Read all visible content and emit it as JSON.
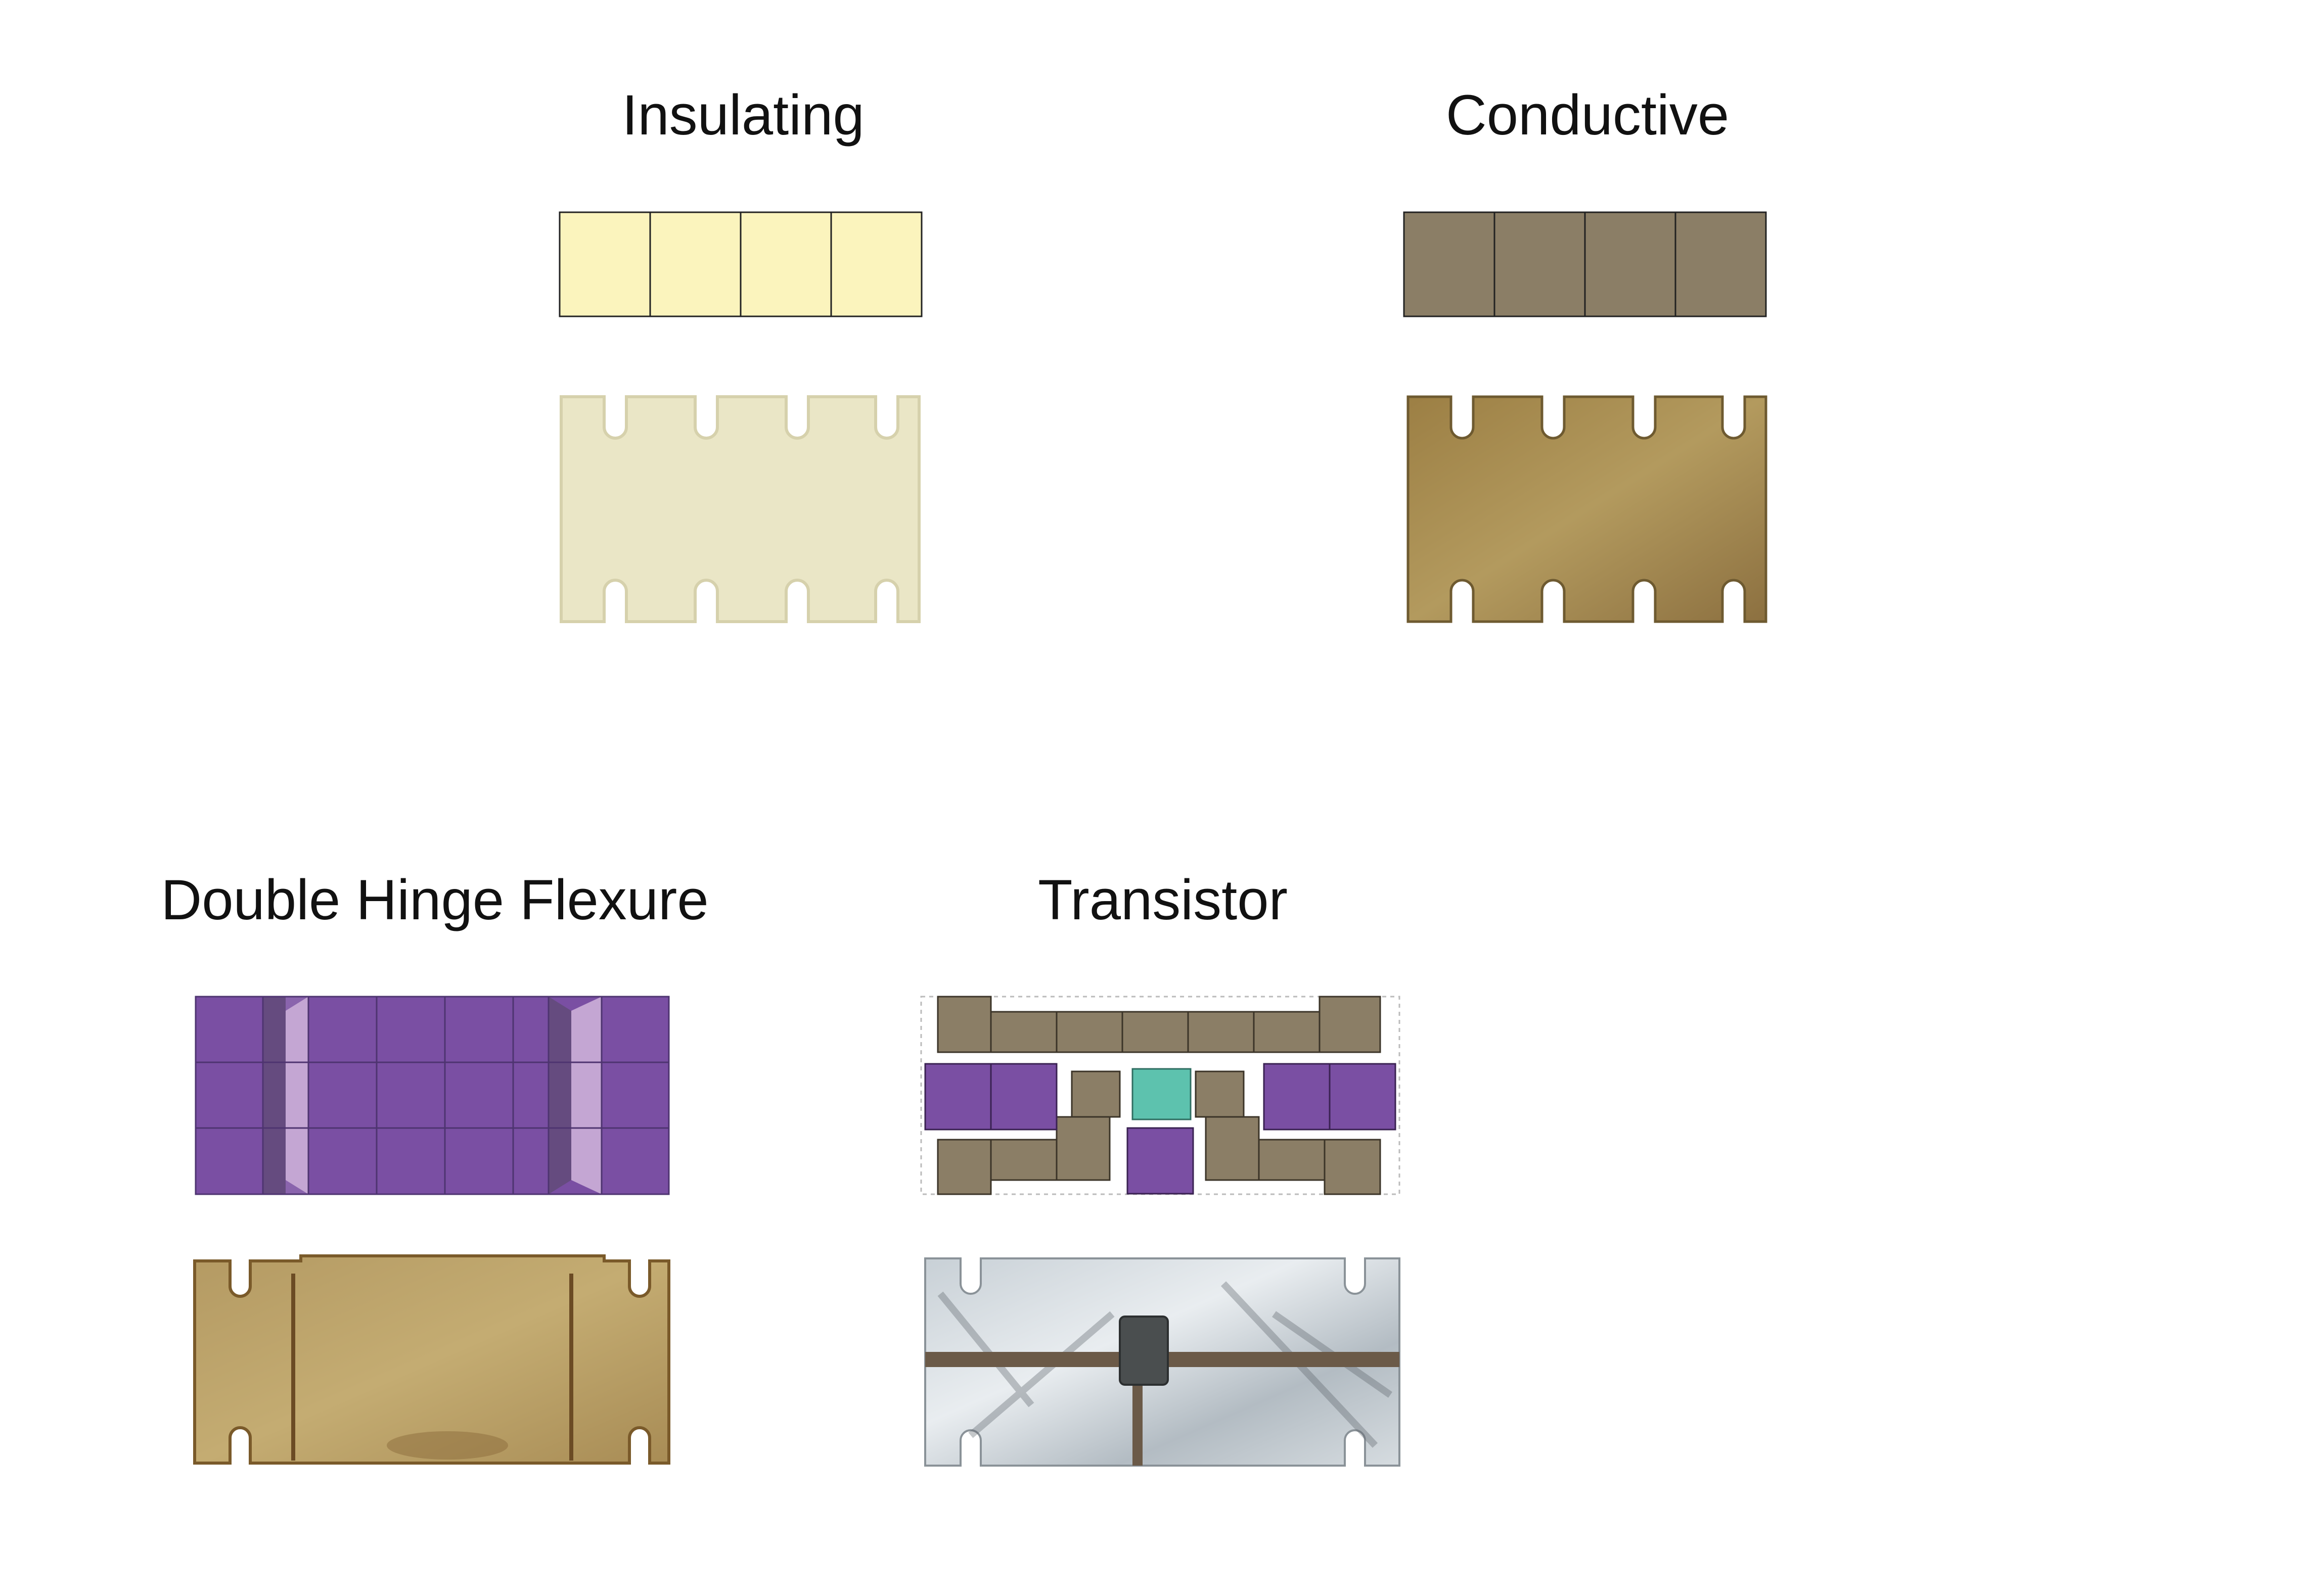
{
  "panels": {
    "insulating": {
      "title": "Insulating",
      "cells": 4,
      "color": "#fbf4bd",
      "photo_color": "#eae6c6"
    },
    "conductive": {
      "title": "Conductive",
      "cells": 4,
      "color": "#8b7e66",
      "photo_color": "#a88f55"
    },
    "flexure": {
      "title": "Double Hinge Flexure",
      "color": "#7a4fa3",
      "dark_hinge": "#654b7f",
      "light_hinge": "#c4a6d3",
      "photo_color": "#bba063"
    },
    "transistor": {
      "title": "Transistor",
      "conductor_color": "#8b7e66",
      "insulator_color": "#7a4fa3",
      "gate_color": "#5dc2ae",
      "photo_color": "#d8dde0"
    }
  },
  "icons": [
    "insulating-voxel-diagram",
    "conductive-voxel-diagram",
    "flexure-voxel-diagram",
    "transistor-voxel-diagram"
  ]
}
